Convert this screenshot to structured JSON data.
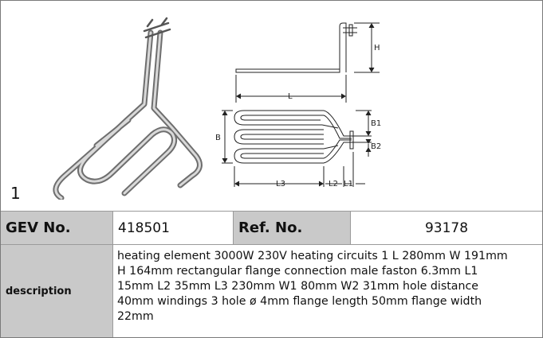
{
  "figure": {
    "item_number": "1",
    "dimension_labels": {
      "H": "H",
      "L": "L",
      "B": "B",
      "B1": "B1",
      "B2": "B2",
      "L1": "L1",
      "L2": "L2",
      "L3": "L3"
    }
  },
  "product": {
    "gev_label": "GEV No.",
    "gev_value": "418501",
    "ref_label": "Ref. No.",
    "ref_value": "93178",
    "description_label": "description",
    "description_lines": [
      "heating element  3000W 230V heating circuits 1 L 280mm W 191mm",
      "H 164mm rectangular flange connection male faston 6.3mm L1",
      "15mm L2 35mm L3 230mm W1 80mm W2 31mm hole distance",
      "40mm windings 3 hole ø 4mm flange length 50mm flange width",
      "22mm"
    ]
  }
}
